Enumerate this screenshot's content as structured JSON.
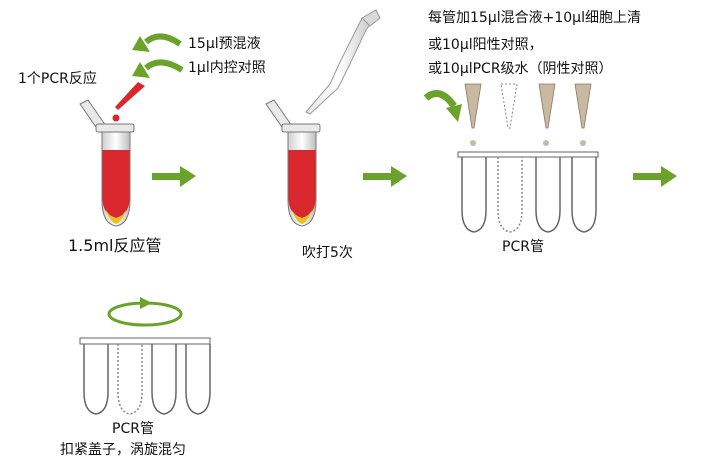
{
  "step1": {
    "reaction_label": "1个PCR反应",
    "reagent1": "15μl预混液",
    "reagent2": "1μl内控对照",
    "tube_label": "1.5ml反应管"
  },
  "step2": {
    "mix_label": "吹打5次"
  },
  "step3": {
    "instruction_line1": "每管加15μl混合液+10μl细胞上清",
    "instruction_line2": "或10μl阳性对照，",
    "instruction_line3": "或10μlPCR级水（阴性对照）",
    "tube_label": "PCR管"
  },
  "step4": {
    "tube_label": "PCR管",
    "action_label": "扣紧盖子，涡旋混匀"
  },
  "colors": {
    "arrow_green": "#6aa329",
    "liquid_red": "#d8272d",
    "liquid_yellow": "#e8c21a",
    "tube_outline": "#555555"
  }
}
